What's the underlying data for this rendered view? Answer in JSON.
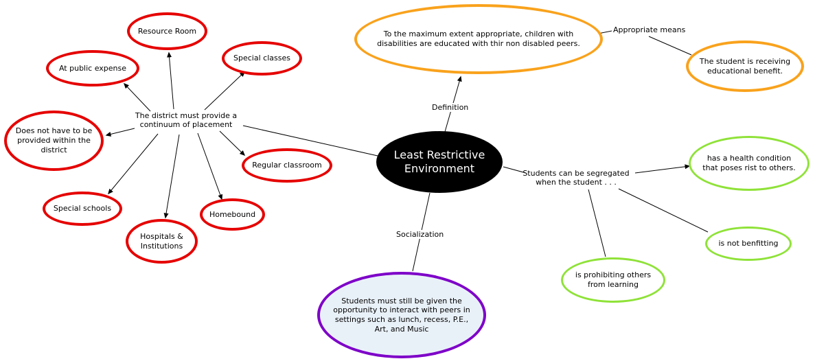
{
  "map": {
    "title": "Least Restrictive Environment"
  },
  "nodes": {
    "center": {
      "label": "Least Restrictive Environment"
    },
    "definition_text": {
      "label": "To the maximum extent appropriate, children with disabilities are educated with thir non disabled peers."
    },
    "educational_benefit": {
      "label": "The student is receiving educational benefit."
    },
    "continuum_hub": {
      "label": "The district must provide a continuum of placement"
    },
    "resource_room": {
      "label": "Resource Room"
    },
    "special_classes": {
      "label": "Special classes"
    },
    "public_expense": {
      "label": "At public expense"
    },
    "not_within_district": {
      "label": "Does not have to be provided within the district"
    },
    "special_schools": {
      "label": "Special schools"
    },
    "hospitals_institutions": {
      "label": "Hospitals & Institutions"
    },
    "homebound": {
      "label": "Homebound"
    },
    "regular_classroom": {
      "label": "Regular classroom"
    },
    "segregated_hub": {
      "label": "Students can be segregated when the student . . ."
    },
    "health_condition": {
      "label": "has a health condition that poses rist to others."
    },
    "not_benefitting": {
      "label": "is not benfitting"
    },
    "prohibiting_others": {
      "label": "is prohibiting others from learning"
    },
    "socialization_text": {
      "label": "Students must still be given the opportunity to interact with peers in settings such as lunch, recess, P.E., Art, and Music"
    }
  },
  "link_labels": {
    "definition": "Definition",
    "appropriate_means": "Appropriate means",
    "socialization": "Socialization"
  },
  "colors": {
    "red_border": "#e60000",
    "orange_border": "#f9a21c",
    "green_border": "#8fe238",
    "purple_border": "#7e00c8",
    "center_fill": "#000000",
    "socialization_fill": "#e9f1f8"
  }
}
